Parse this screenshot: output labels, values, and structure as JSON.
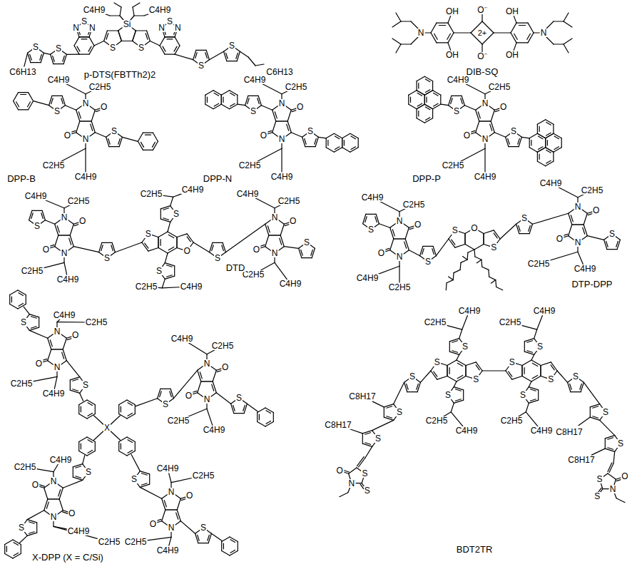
{
  "diagram": {
    "labels": [
      "C4H9",
      "C4H9",
      "Si",
      "N",
      "S",
      "N",
      "N",
      "S",
      "N",
      "S",
      "S",
      "S",
      "S",
      "S",
      "S",
      "C6H13",
      "C6H13",
      "p-DTS(FBTTh2)2",
      "OH",
      "O⁻",
      "OH",
      "OH",
      "O⁻",
      "OH",
      "2+",
      "N",
      "N",
      "DIB-SQ",
      "C4H9",
      "C2H5",
      "N",
      "O",
      "N",
      "O",
      "C2H5",
      "C4H9",
      "S",
      "S",
      "DPP-B",
      "C4H9",
      "C2H5",
      "N",
      "O",
      "N",
      "O",
      "C2H5",
      "C4H9",
      "S",
      "S",
      "DPP-N",
      "C4H9",
      "C2H5",
      "N",
      "O",
      "N",
      "O",
      "C2H5",
      "C4H9",
      "S",
      "S",
      "DPP-P",
      "C4H9",
      "C2H5",
      "N",
      "O",
      "N",
      "O",
      "C2H5",
      "C4H9",
      "S",
      "S",
      "S",
      "O",
      "S",
      "C2H5",
      "C4H9",
      "S",
      "C2H5",
      "C4H9",
      "S",
      "C4H9",
      "C2H5",
      "N",
      "O",
      "N",
      "O",
      "C2H5",
      "C4H9",
      "S",
      "DTD",
      "C4H9",
      "C2H5",
      "N",
      "O",
      "N",
      "O",
      "C4H9",
      "C2H5",
      "S",
      "S",
      "S",
      "O",
      "S",
      "S",
      "C4H9",
      "C2H5",
      "N",
      "O",
      "N",
      "O",
      "C2H5",
      "C4H9",
      "S",
      "DTP-DPP",
      "X",
      "C4H9",
      "C2H5",
      "N",
      "O",
      "N",
      "O",
      "C2H5",
      "C4H9",
      "S",
      "S",
      "C4H9",
      "C2H5",
      "N",
      "O",
      "N",
      "O",
      "C2H5",
      "C4H9",
      "S",
      "S",
      "C4H9",
      "C2H5",
      "N",
      "O",
      "N",
      "O",
      "C2H5",
      "C4H9",
      "S",
      "S",
      "C4H9",
      "C2H5",
      "N",
      "O",
      "N",
      "O",
      "C2H5",
      "C4H9",
      "S",
      "S",
      "X-DPP (X = C/Si)",
      "S",
      "S",
      "S",
      "S",
      "S",
      "C4H9",
      "C2H5",
      "S",
      "C2H5",
      "C4H9",
      "S",
      "C4H9",
      "C2H5",
      "S",
      "C2H5",
      "C4H9",
      "S",
      "S",
      "C8H17",
      "S",
      "C8H17",
      "O",
      "N",
      "S",
      "S",
      "S",
      "S",
      "C8H17",
      "S",
      "C8H17",
      "O",
      "N",
      "S",
      "S",
      "BDT2TR"
    ]
  }
}
